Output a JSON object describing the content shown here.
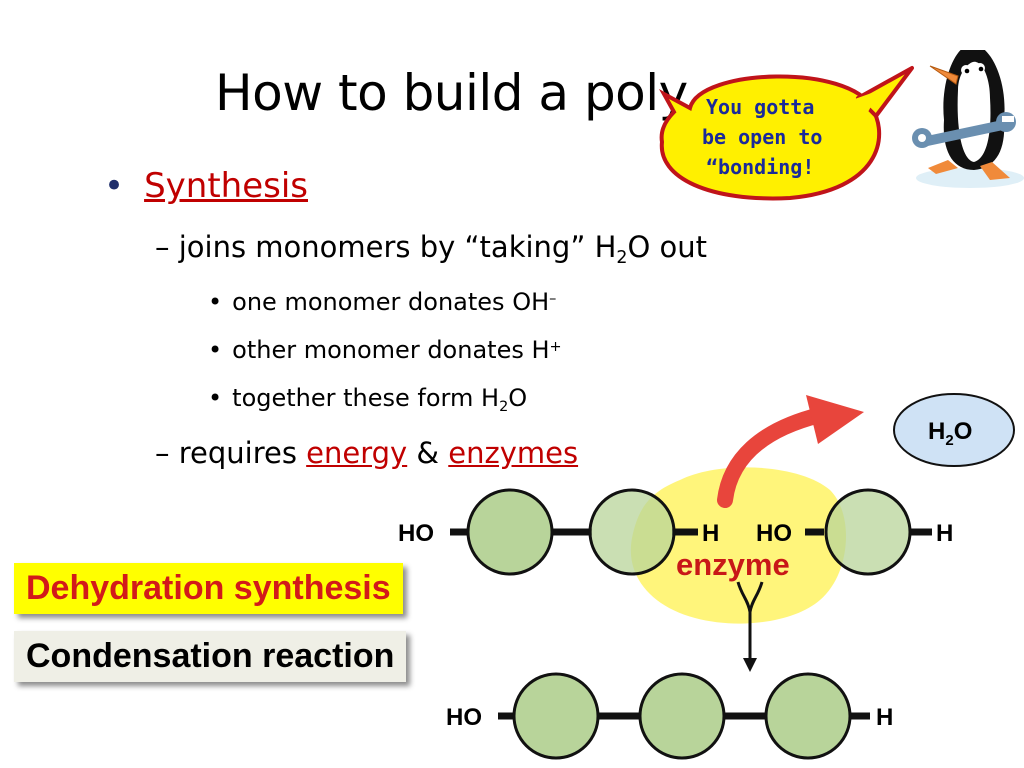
{
  "slide": {
    "title": "How to build a poly",
    "bullet_synthesis": "Synthesis",
    "line_joins_pre": "– joins monomers by “taking” H",
    "line_joins_sub": "2",
    "line_joins_post": "O out",
    "sub1_text": "one monomer donates OH",
    "sub1_sup": "–",
    "sub2_text": "other monomer donates H",
    "sub2_sup": "+",
    "sub3_pre": "together these form H",
    "sub3_sub": "2",
    "sub3_post": "O",
    "line_requires_pre": "– requires ",
    "energy": "energy",
    "amp": " & ",
    "enzymes": "enzymes"
  },
  "speech_bubble": {
    "line1": "You gotta",
    "line2": "be open to",
    "line3": "“bonding!"
  },
  "tags": {
    "dehydration": "Dehydration synthesis",
    "condensation": "Condensation reaction"
  },
  "diagram": {
    "top_left_ho": "HO",
    "top_mid_h": "H",
    "top_mid_ho": "HO",
    "top_right_h": "H",
    "enzyme": "enzyme",
    "water_h": "H",
    "water_sub": "2",
    "water_o": "O",
    "bottom_left_ho": "HO",
    "bottom_right_h": "H"
  },
  "colors": {
    "accent_red": "#c00000",
    "monomer_fill": "#b8d49a",
    "enzyme_yellow": "#fff35a",
    "bubble_fill": "#fff000",
    "bubble_border": "#c0141a",
    "water_fill": "#cfe2f5"
  },
  "icons": [
    "penguin-mascot",
    "wrench-icon",
    "reaction-arrow",
    "down-arrow"
  ]
}
